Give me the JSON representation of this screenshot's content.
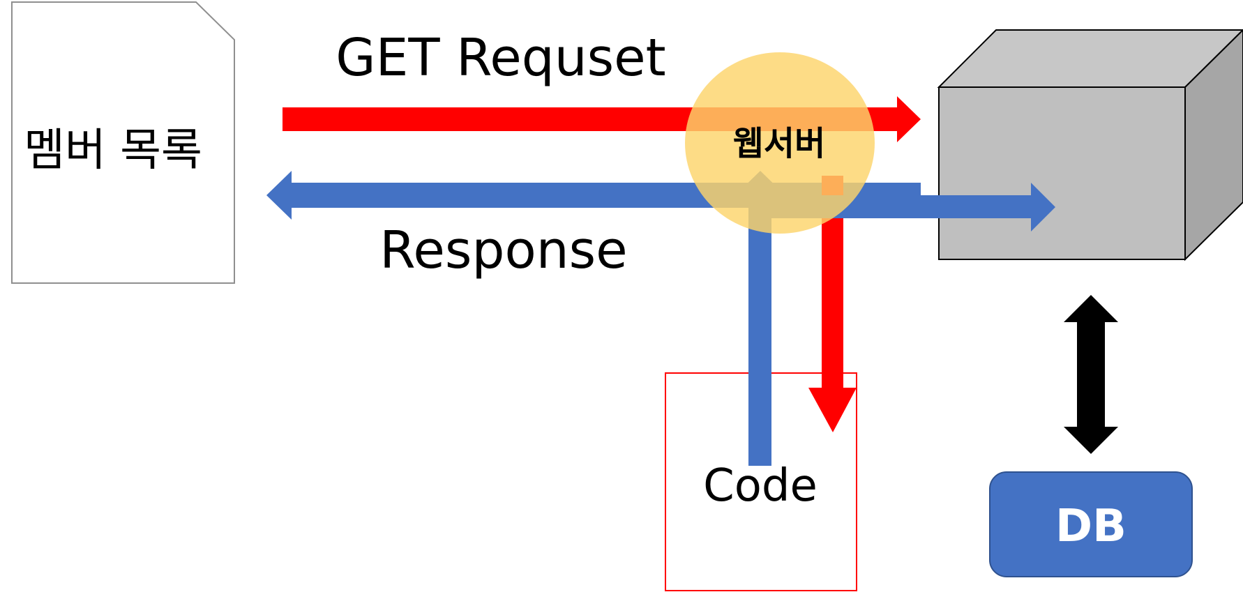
{
  "document": {
    "label": "멤버 목록"
  },
  "request": {
    "label": "GET Requset",
    "color": "#ff0000"
  },
  "response": {
    "label": "Response",
    "color": "#4472c4"
  },
  "web_server": {
    "label": "웹서버",
    "highlight_color": "#fdd46b"
  },
  "code_box": {
    "label": "Code",
    "border_color": "#ff0000"
  },
  "database": {
    "label": "DB",
    "color": "#4472c4"
  }
}
